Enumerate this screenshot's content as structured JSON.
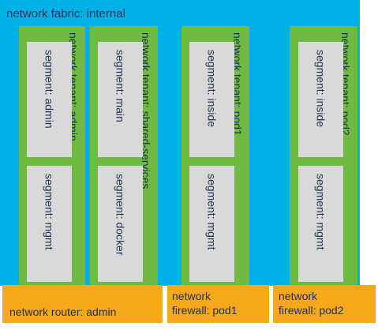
{
  "fabric": {
    "label": "network fabric: internal"
  },
  "tenants": [
    {
      "label": "network tenant: admin",
      "segments": [
        "segment: admin",
        "segment: mgmt"
      ]
    },
    {
      "label": "network tenant: shared-services",
      "segments": [
        "segment: main",
        "segment: docker"
      ]
    },
    {
      "label": "network tenant: pod1",
      "segments": [
        "segment: inside",
        "segment: mgmt"
      ]
    },
    {
      "label": "network tenant: pod2",
      "segments": [
        "segment: inside",
        "segment: mgmt"
      ]
    }
  ],
  "edge_devices": [
    {
      "line1": "network router: admin"
    },
    {
      "line1": "network",
      "line2": "firewall: pod1"
    },
    {
      "line1": "network",
      "line2": "firewall: pod2"
    }
  ],
  "colors": {
    "fabric": "#00b0e8",
    "tenant": "#70ba44",
    "segment": "#d9d9d9",
    "edge_device": "#f7a71a",
    "text": "#1e3150"
  }
}
